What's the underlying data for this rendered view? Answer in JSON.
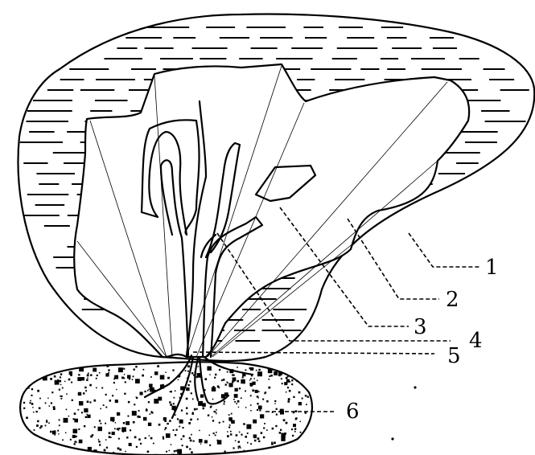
{
  "callouts": [
    {
      "id": "1",
      "text": "1"
    },
    {
      "id": "2",
      "text": "2"
    },
    {
      "id": "3",
      "text": "3"
    },
    {
      "id": "4",
      "text": "4"
    },
    {
      "id": "5",
      "text": "5"
    },
    {
      "id": "6",
      "text": "6"
    }
  ],
  "colors": {
    "ink": "#000000",
    "paper": "#ffffff"
  }
}
